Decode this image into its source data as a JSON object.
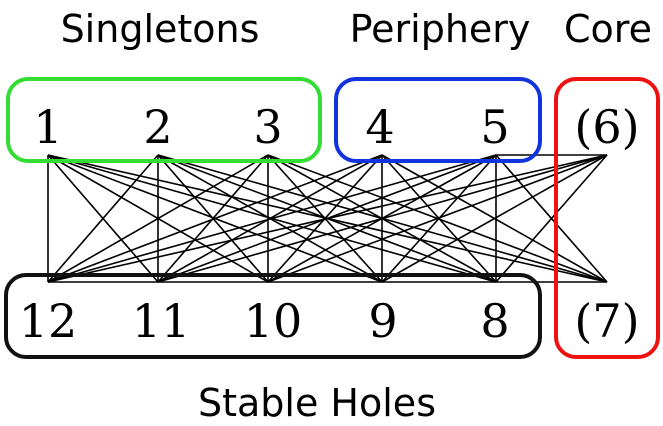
{
  "diagram": {
    "titles": {
      "singletons": "Singletons",
      "periphery": "Periphery",
      "core": "Core",
      "stable_holes": "Stable Holes"
    },
    "group_colors": {
      "singletons": "#33dd33",
      "periphery": "#1133dd",
      "core": "#ee1111",
      "stable_holes": "#111111"
    },
    "nodes": [
      {
        "id": "1",
        "label": "1"
      },
      {
        "id": "2",
        "label": "2"
      },
      {
        "id": "3",
        "label": "3"
      },
      {
        "id": "4",
        "label": "4"
      },
      {
        "id": "5",
        "label": "5"
      },
      {
        "id": "6",
        "label": "(6)"
      },
      {
        "id": "7",
        "label": "(7)"
      },
      {
        "id": "8",
        "label": "8"
      },
      {
        "id": "9",
        "label": "9"
      },
      {
        "id": "10",
        "label": "10"
      },
      {
        "id": "11",
        "label": "11"
      },
      {
        "id": "12",
        "label": "12"
      }
    ],
    "edges": [
      [
        "1",
        "12"
      ],
      [
        "1",
        "11"
      ],
      [
        "1",
        "10"
      ],
      [
        "1",
        "9"
      ],
      [
        "1",
        "8"
      ],
      [
        "2",
        "12"
      ],
      [
        "2",
        "11"
      ],
      [
        "2",
        "10"
      ],
      [
        "2",
        "9"
      ],
      [
        "2",
        "8"
      ],
      [
        "3",
        "12"
      ],
      [
        "3",
        "11"
      ],
      [
        "3",
        "10"
      ],
      [
        "3",
        "9"
      ],
      [
        "3",
        "8"
      ],
      [
        "4",
        "12"
      ],
      [
        "4",
        "11"
      ],
      [
        "4",
        "10"
      ],
      [
        "4",
        "9"
      ],
      [
        "4",
        "8"
      ],
      [
        "5",
        "12"
      ],
      [
        "5",
        "11"
      ],
      [
        "5",
        "10"
      ],
      [
        "5",
        "9"
      ],
      [
        "5",
        "8"
      ],
      [
        "6",
        "12"
      ],
      [
        "6",
        "11"
      ],
      [
        "6",
        "10"
      ],
      [
        "6",
        "9"
      ],
      [
        "6",
        "8"
      ],
      [
        "6",
        "5"
      ],
      [
        "7",
        "1"
      ],
      [
        "7",
        "2"
      ],
      [
        "7",
        "3"
      ],
      [
        "7",
        "4"
      ],
      [
        "7",
        "5"
      ],
      [
        "7",
        "12"
      ]
    ]
  }
}
